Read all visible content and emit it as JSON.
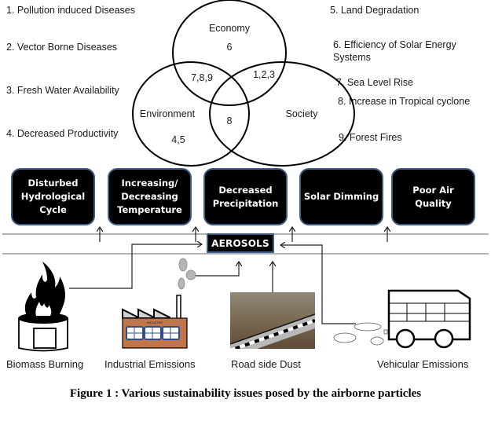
{
  "issues_left": [
    {
      "id": 1,
      "label": "1. Pollution induced Diseases"
    },
    {
      "id": 2,
      "label": "2. Vector Borne Diseases"
    },
    {
      "id": 3,
      "label": "3. Fresh Water Availability"
    },
    {
      "id": 4,
      "label": "4. Decreased Productivity"
    }
  ],
  "issues_right": [
    {
      "id": 5,
      "label": "5. Land Degradation"
    },
    {
      "id": 6,
      "label": "6. Efficiency of Solar Energy\nSystems"
    },
    {
      "id": 7,
      "label": "7. Sea Level Rise"
    },
    {
      "id": 8,
      "label": "8. Increase in Tropical cyclone"
    },
    {
      "id": 9,
      "label": "9. Forest Fires"
    }
  ],
  "venn": {
    "sets": {
      "economy": "Economy",
      "environment": "Environment",
      "society": "Society"
    },
    "regions": {
      "economy_only": "6",
      "economy_environment": "7,8,9",
      "economy_society": "1,2,3",
      "environment_society": "8",
      "environment_only": "4,5"
    }
  },
  "effects": [
    {
      "label": "Disturbed\nHydrological\nCycle"
    },
    {
      "label": "Increasing/\nDecreasing\nTemperature"
    },
    {
      "label": "Decreased\nPrecipitation"
    },
    {
      "label": "Solar Dimming"
    },
    {
      "label": "Poor Air\nQuality"
    }
  ],
  "center": {
    "label": "AEROSOLS"
  },
  "sources": [
    {
      "label": "Biomass Burning",
      "icon": "fire-icon"
    },
    {
      "label": "Industrial Emissions",
      "icon": "factory-icon"
    },
    {
      "label": "Road side Dust",
      "icon": "road-dust-image"
    },
    {
      "label": "Vehicular Emissions",
      "icon": "bus-icon"
    }
  ],
  "colors": {
    "box_fill": "#000000",
    "box_border": "#3e5d86",
    "factory_wall": "#c0764a",
    "factory_window": "#2e4d8f"
  },
  "caption": "Figure 1 : Various sustainability issues posed by the airborne particles"
}
